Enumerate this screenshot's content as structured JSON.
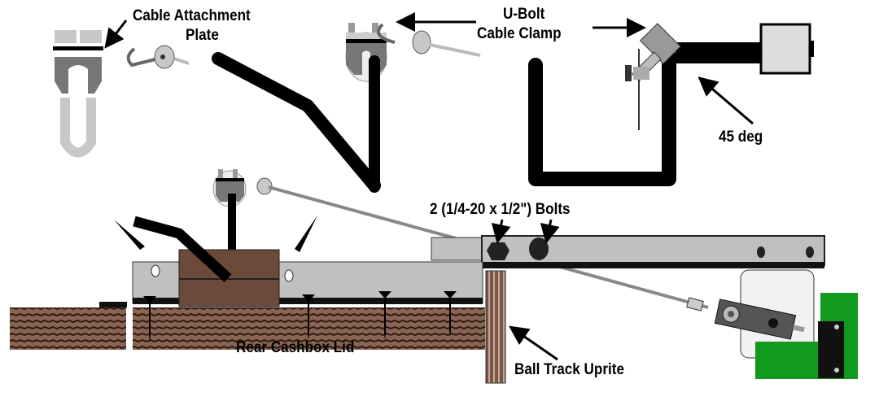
{
  "labels": {
    "cable_attachment_plate_line1": "Cable Attachment",
    "cable_attachment_plate_line2": "Plate",
    "ubolt_line1": "U-Bolt",
    "ubolt_line2": "Cable Clamp",
    "angle": "45 deg",
    "bolts": "2 (1/4-20 x 1/2\") Bolts",
    "rear_cashbox_lid": "Rear Cashbox Lid",
    "ball_track_uprite": "Ball Track Uprite"
  },
  "colors": {
    "metal": "#b8b8b8",
    "dark_metal": "#6e6e6e",
    "wood": "#6b4a3a",
    "pcb": "#129a1e",
    "rod": "#000000",
    "cable": "#8a8a8a"
  }
}
